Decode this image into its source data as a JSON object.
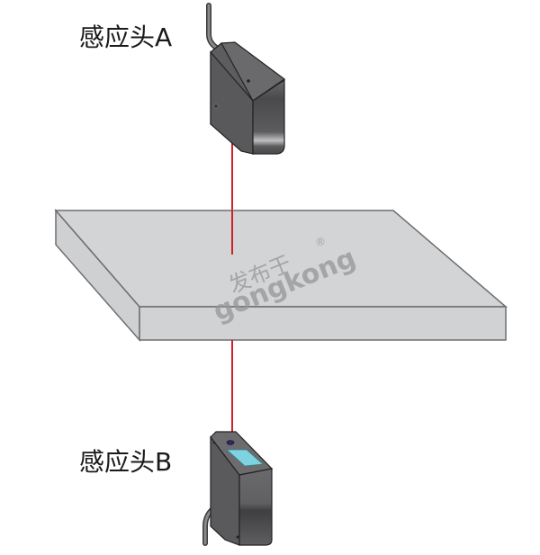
{
  "diagram": {
    "sensor_a": {
      "label": "感应头A",
      "position": "top",
      "body_color": "#5a5a5c"
    },
    "sensor_b": {
      "label": "感应头B",
      "position": "bottom",
      "body_color": "#5a5a5c",
      "window_color": "#7fd3e0"
    },
    "plate": {
      "description": "gray plate between sensors",
      "fill": "#d3d4d6",
      "edge": "#6e6e70"
    },
    "beam": {
      "color": "#d0202a",
      "description": "laser beam from sensor A through plate to sensor B"
    },
    "watermark": {
      "cn": "发布于",
      "en": "gongkong",
      "reg": "®"
    }
  }
}
